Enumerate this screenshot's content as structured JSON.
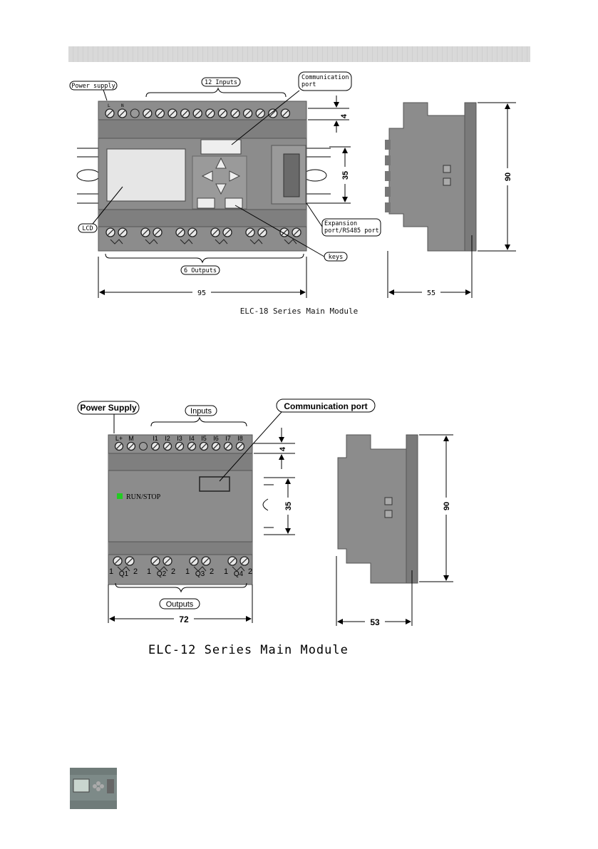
{
  "fig18": {
    "labels": {
      "power_supply": "Power supply",
      "inputs": "12 Inputs",
      "comm_port_line1": "Communication",
      "comm_port_line2": "port",
      "lcd": "LCD",
      "expansion_line1": "Expansion",
      "expansion_line2": "port/RS485 port",
      "keys": "keys",
      "outputs": "6 Outputs",
      "terminal_l": "L",
      "terminal_n": "N"
    },
    "dims": {
      "top_gap": "4",
      "window": "35",
      "height": "90",
      "width": "95",
      "depth": "55"
    },
    "caption": "ELC-18 Series Main Module"
  },
  "fig12": {
    "labels": {
      "power_supply": "Power Supply",
      "inputs": "Inputs",
      "comm_port": "Communication port",
      "run_stop": "RUN/STOP",
      "outputs": "Outputs"
    },
    "input_terminals": [
      "L+",
      "M",
      "I1",
      "I2",
      "I3",
      "I4",
      "I5",
      "I6",
      "I7",
      "I8"
    ],
    "output_terminals": [
      "Q1",
      "Q2",
      "Q3",
      "Q4"
    ],
    "output_pins": [
      "1",
      "2"
    ],
    "dims": {
      "top_gap": "4",
      "window": "35",
      "height": "90",
      "width": "72",
      "depth": "53"
    },
    "caption": "ELC-12 Series Main Module"
  },
  "colors": {
    "body": "#8c8c8c",
    "dark": "#5f5f5f",
    "led": "#22cc22"
  }
}
